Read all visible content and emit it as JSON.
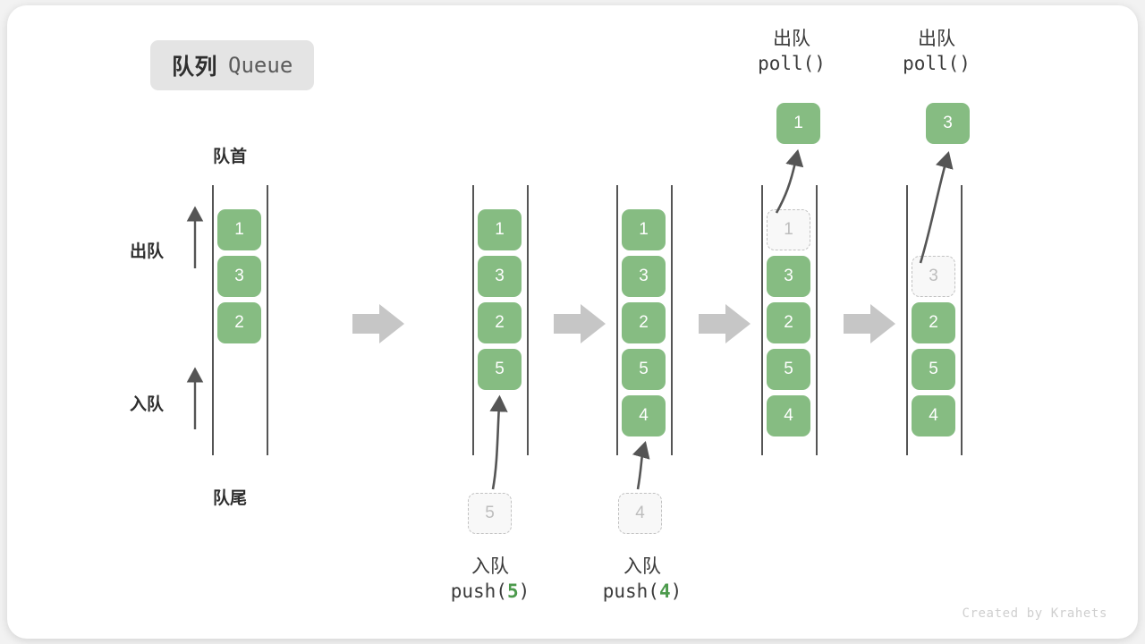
{
  "title": {
    "cn": "队列",
    "en": "Queue"
  },
  "labels": {
    "front": "队首",
    "rear": "队尾",
    "dequeue": "出队",
    "enqueue": "入队"
  },
  "watermark": "Created by Krahets",
  "colors": {
    "element": "#86bc82",
    "ghost_border": "#c2c2c2",
    "ghost_fill": "#f8f8f8",
    "rail": "#555555",
    "flow_arrow": "#c6c6c6",
    "accent_text": "#4c9a4c",
    "chip_bg": "#e4e4e4"
  },
  "stages": [
    {
      "id": "stage-initial",
      "cells": [
        {
          "value": "1",
          "state": "full"
        },
        {
          "value": "3",
          "state": "full"
        },
        {
          "value": "2",
          "state": "full"
        }
      ]
    },
    {
      "id": "stage-push-5",
      "cells": [
        {
          "value": "1",
          "state": "full"
        },
        {
          "value": "3",
          "state": "full"
        },
        {
          "value": "2",
          "state": "full"
        },
        {
          "value": "5",
          "state": "full"
        }
      ],
      "pending": {
        "value": "5",
        "state": "ghost"
      },
      "caption": {
        "cn": "入队",
        "code_prefix": "push(",
        "code_num": "5",
        "code_suffix": ")"
      }
    },
    {
      "id": "stage-push-4",
      "cells": [
        {
          "value": "1",
          "state": "full"
        },
        {
          "value": "3",
          "state": "full"
        },
        {
          "value": "2",
          "state": "full"
        },
        {
          "value": "5",
          "state": "full"
        },
        {
          "value": "4",
          "state": "full"
        }
      ],
      "pending": {
        "value": "4",
        "state": "ghost"
      },
      "caption": {
        "cn": "入队",
        "code_prefix": "push(",
        "code_num": "4",
        "code_suffix": ")"
      }
    },
    {
      "id": "stage-poll-1",
      "cells": [
        {
          "value": "1",
          "state": "ghost"
        },
        {
          "value": "3",
          "state": "full"
        },
        {
          "value": "2",
          "state": "full"
        },
        {
          "value": "5",
          "state": "full"
        },
        {
          "value": "4",
          "state": "full"
        }
      ],
      "popped": {
        "value": "1",
        "state": "full"
      },
      "caption": {
        "cn": "出队",
        "code_prefix": "poll(",
        "code_num": "",
        "code_suffix": ")"
      }
    },
    {
      "id": "stage-poll-3",
      "cells": [
        {
          "value": "",
          "state": "empty"
        },
        {
          "value": "3",
          "state": "ghost"
        },
        {
          "value": "2",
          "state": "full"
        },
        {
          "value": "5",
          "state": "full"
        },
        {
          "value": "4",
          "state": "full"
        }
      ],
      "popped": {
        "value": "3",
        "state": "full"
      },
      "caption": {
        "cn": "出队",
        "code_prefix": "poll(",
        "code_num": "",
        "code_suffix": ")"
      }
    }
  ]
}
